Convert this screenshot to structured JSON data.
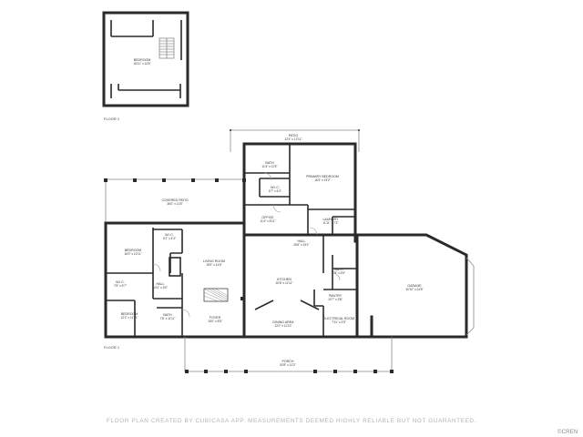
{
  "floors": {
    "floor2_label": "FLOOR 2",
    "floor1_label": "FLOOR 1"
  },
  "rooms": {
    "bedroom_upper": {
      "name": "BEDROOM",
      "dims": "18'11\" x 14'5\""
    },
    "patio": {
      "name": "PATIO",
      "dims": "22'4\" x 12'11\""
    },
    "bath_primary": {
      "name": "BATH",
      "dims": "11'4\" x 11'5\""
    },
    "primary_bedroom": {
      "name": "PRIMARY BEDROOM",
      "dims": "16'3\" x 19'2\""
    },
    "wic_primary": {
      "name": "W.I.C.",
      "dims": "6'7\" x 6'3\""
    },
    "covered_patio": {
      "name": "COVERED PATIO",
      "dims": "36'0\" x 11'6\""
    },
    "office": {
      "name": "OFFICE",
      "dims": "11'4\" x 8'11\""
    },
    "laundry": {
      "name": "LAUNDRY",
      "dims": "11'11\" x 7'2\""
    },
    "hall_upper": {
      "name": "HALL",
      "dims": "26'6\" x 15'1\""
    },
    "bedroom_1": {
      "name": "BEDROOM",
      "dims": "16'9\" x 12'11\""
    },
    "wic_1": {
      "name": "W.I.C.",
      "dims": "6'1\" x 4'3\""
    },
    "living_room": {
      "name": "LIVING ROOM",
      "dims": "15'0\" x 14'6\""
    },
    "bath_small": {
      "name": "BATH",
      "dims": "7'5\" x 5'6\""
    },
    "garage": {
      "name": "GARAGE",
      "dims": "30'10\" x 24'6\""
    },
    "kitchen": {
      "name": "KITCHEN",
      "dims": "20'8\" x 11'11\""
    },
    "wic_2": {
      "name": "W.I.C.",
      "dims": "7'6\" x 5'7\""
    },
    "hall_lower": {
      "name": "HALL",
      "dims": "13'4\" x 3'5\""
    },
    "pantry": {
      "name": "PANTRY",
      "dims": "10'7\" x 3'8\""
    },
    "bedroom_2": {
      "name": "BEDROOM",
      "dims": "12'2\" x 11'11\""
    },
    "bath_lower": {
      "name": "BATH",
      "dims": "7'6\" x 11'11\""
    },
    "foyer": {
      "name": "FOYER",
      "dims": "15'0\" x 8'5\""
    },
    "dining_area": {
      "name": "DINING AREA",
      "dims": "22'0\" x 11'10\""
    },
    "electrical": {
      "name": "ELECTRICAL ROOM",
      "dims": "7'11\" x 3'5\""
    },
    "porch": {
      "name": "PORCH",
      "dims": "52'8\" x 12'2\""
    }
  },
  "footer_text": "FLOOR PLAN CREATED BY CUBICASA APP. MEASUREMENTS DEEMED HIGHLY RELIABLE BUT NOT GUARANTEED.",
  "logo_text": "©CREN"
}
